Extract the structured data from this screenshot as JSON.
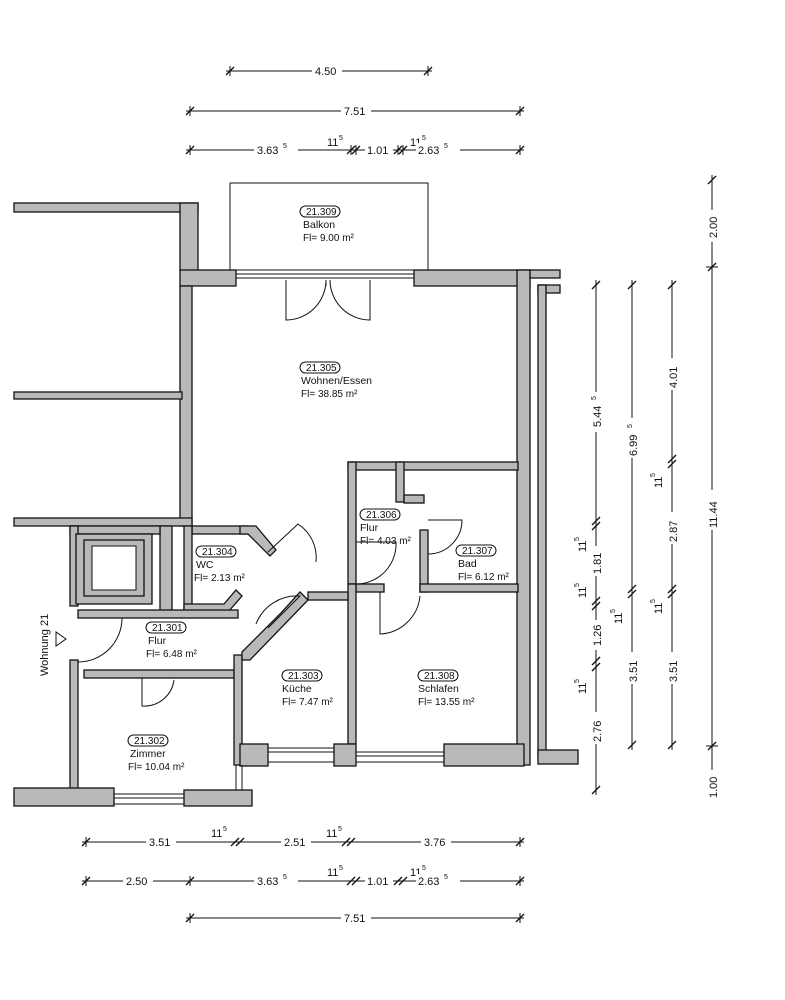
{
  "dims_top": {
    "row1": [
      "4.50"
    ],
    "row2": [
      "7.51"
    ],
    "row3": [
      "3.63",
      "11",
      "1.01",
      "11",
      "2.63"
    ],
    "sup5": "5"
  },
  "dims_bottom": {
    "row1": [
      "3.51",
      "11",
      "2.51",
      "11",
      "3.76"
    ],
    "row2": [
      "2.50",
      "3.63",
      "11",
      "1.01",
      "11",
      "2.63"
    ],
    "row3": [
      "7.51"
    ],
    "sup5": "5"
  },
  "dims_right": {
    "col1": [
      "5.44",
      "11",
      "1.81",
      "11",
      "1.26",
      "11",
      "2.76"
    ],
    "col2": [
      "6.99",
      "11",
      "3.51"
    ],
    "col3": [
      "4.01",
      "11",
      "2.87",
      "11",
      "3.51"
    ],
    "col4": [
      "2.00",
      "11.44",
      "1.00"
    ],
    "sup5": "5"
  },
  "entrance": {
    "label": "Wohnung 21"
  },
  "rooms": [
    {
      "id": "21.309",
      "name": "Balkon",
      "area": "Fl=    9.00 m²"
    },
    {
      "id": "21.305",
      "name": "Wohnen/Essen",
      "area": "Fl=    38.85 m²"
    },
    {
      "id": "21.306",
      "name": "Flur",
      "area": "Fl= 4.03 m²"
    },
    {
      "id": "21.307",
      "name": "Bad",
      "area": "Fl= 6.12 m²"
    },
    {
      "id": "21.304",
      "name": "WC",
      "area": "Fl= 2.13 m²"
    },
    {
      "id": "21.301",
      "name": "Flur",
      "area": "Fl=    6.48 m²"
    },
    {
      "id": "21.303",
      "name": "Küche",
      "area": "Fl=    7.47 m²"
    },
    {
      "id": "21.308",
      "name": "Schlafen",
      "area": "Fl=    13.55 m²"
    },
    {
      "id": "21.302",
      "name": "Zimmer",
      "area": "Fl=    10.04 m²"
    }
  ]
}
